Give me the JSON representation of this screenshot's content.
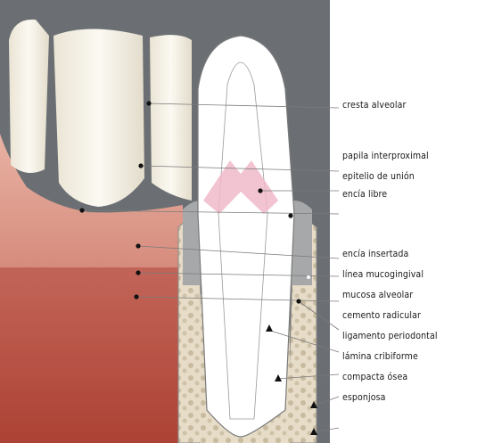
{
  "labels": {
    "cresta_alveolar": "cresta alveolar",
    "papila_interproximal": "papila interproximal",
    "epitelio_union": "epitelio de unión",
    "encia_libre": "encía libre",
    "encia_insertada": "encía insertada",
    "linea_mucogingival": "línea mucogingival",
    "mucosa_alveolar": "mucosa alveolar",
    "cemento_radicular": "cemento radicular",
    "ligamento_periodontal": "ligamento periodontal",
    "lamina_cribiforme": "lámina cribiforme",
    "compacta_osea": "compacta ósea",
    "esponjosa": "esponjosa"
  },
  "colors": {
    "backdrop": "#6b6f73",
    "enamel": "#f4f1e8",
    "gingiva": "#d9968a",
    "mucosa": "#b24a3a",
    "bone": "#e2d8c3",
    "pink_epithelium": "#f0b8c8",
    "leader": "#6a6a6a"
  }
}
